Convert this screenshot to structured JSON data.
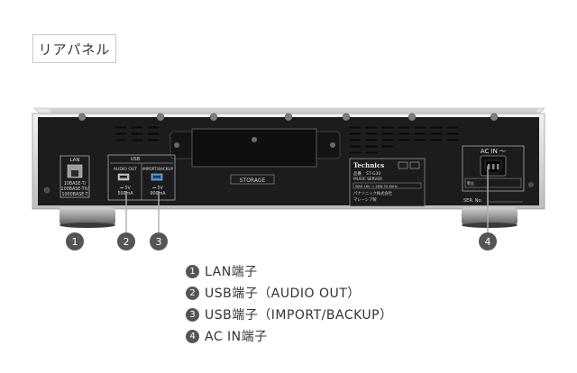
{
  "panel_title": "リアパネル",
  "device": {
    "ports": {
      "lan": {
        "label": "LAN",
        "spec": [
          "10BASE-T/",
          "100BASE-TX/",
          "1000BASE-T"
        ]
      },
      "usb_group_label": "USB",
      "usb_audio": {
        "label": "AUDIO OUT",
        "spec": [
          "⎓ 5V",
          "500mA"
        ]
      },
      "usb_import": {
        "label": "IMPORT/BACKUP",
        "spec": [
          "⎓ 5V",
          "900mA"
        ]
      },
      "storage": "STORAGE",
      "ac_in": "AC IN ～"
    },
    "nameplate": {
      "brand": "Technics",
      "model_prefix": "品番",
      "model": "ST-G30",
      "product": "MUSIC SERVER",
      "ratings": "WAR  18V  ～  28W  50-60Hz",
      "maker": "パナソニック株式会社",
      "origin": "マレーシア製"
    },
    "warning": "警告",
    "ser_no": "SER. No.",
    "callouts": [
      "1",
      "2",
      "3",
      "4"
    ]
  },
  "legend": [
    {
      "num": "1",
      "text": "LAN端子"
    },
    {
      "num": "2",
      "text": "USB端子（AUDIO OUT）"
    },
    {
      "num": "3",
      "text": "USB端子（IMPORT/BACKUP）"
    },
    {
      "num": "4",
      "text": "AC IN端子"
    }
  ],
  "colors": {
    "chassis": "#1c1c1e",
    "frame": "#d8d8d8",
    "callout": "#555555"
  }
}
